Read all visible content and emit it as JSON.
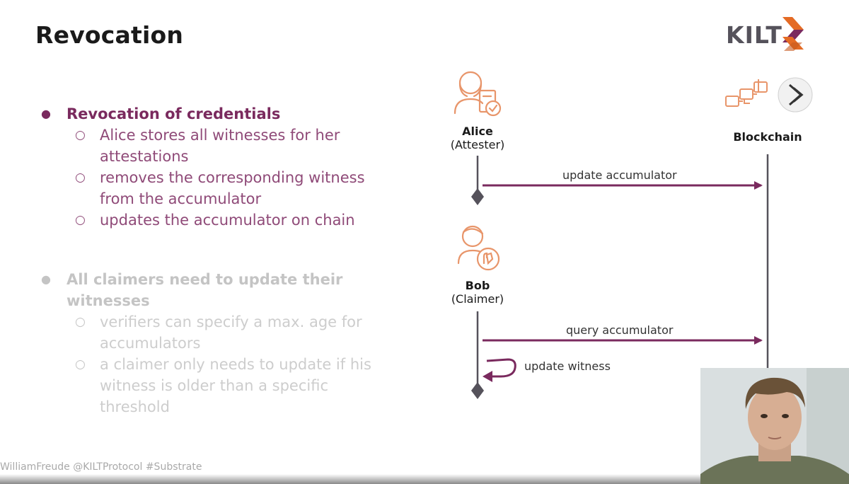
{
  "slide": {
    "title": "Revocation",
    "logo_text": "KILT",
    "bullets": [
      {
        "text": "Revocation of credentials",
        "subitems": [
          "Alice stores all witnesses for her",
          "attestations",
          "removes the corresponding witness",
          "from the accumulator",
          "updates the accumulator on chain"
        ]
      },
      {
        "text": "All claimers need to update their",
        "text2": "witnesses",
        "subitems": [
          "verifiers can specify a max. age for",
          "accumulators",
          "a claimer only needs to update if his",
          "witness is older than a specific",
          "threshold"
        ]
      }
    ]
  },
  "diagram": {
    "actors": [
      {
        "name": "Alice",
        "role": "(Attester)"
      },
      {
        "name": "Bob",
        "role": "(Claimer)"
      },
      {
        "name": "Blockchain"
      }
    ],
    "messages": [
      {
        "label": "update accumulator"
      },
      {
        "label": "query accumulator"
      },
      {
        "label": "update witness"
      }
    ]
  },
  "footer": {
    "text": "WilliamFreude @KILTProtocol #Substrate"
  },
  "colors": {
    "accent": "#7a2a5e",
    "actor_icon": "#e8956a",
    "lifeline": "#55525b"
  }
}
